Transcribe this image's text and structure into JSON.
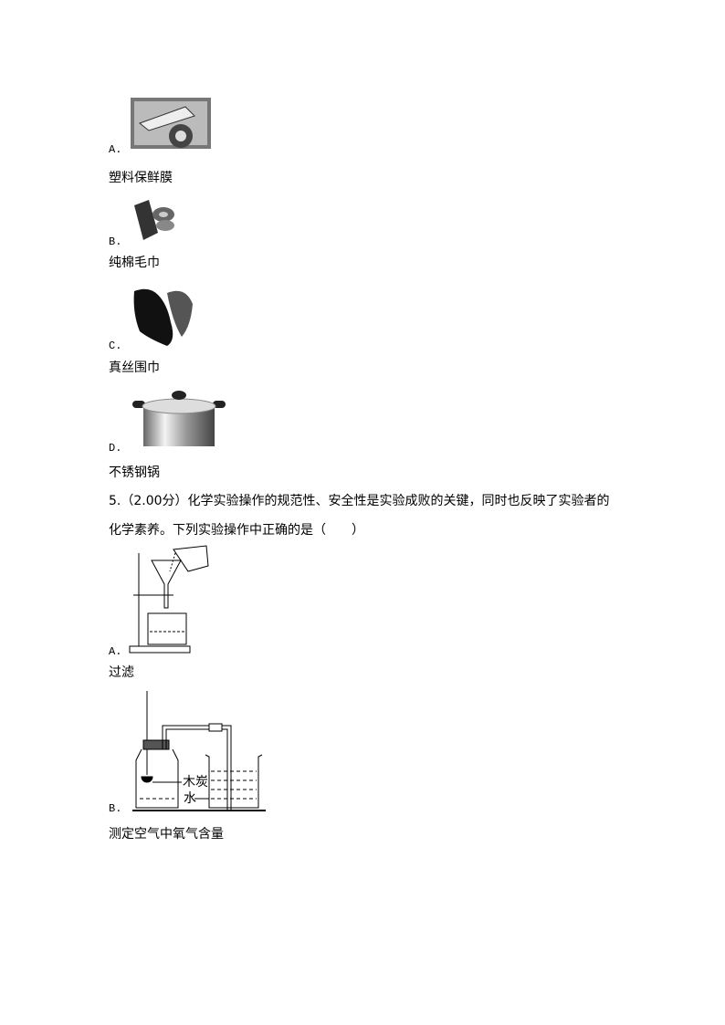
{
  "q4": {
    "options": [
      {
        "letter": "A.",
        "caption": "塑料保鲜膜"
      },
      {
        "letter": "B.",
        "caption": "纯棉毛巾"
      },
      {
        "letter": "C.",
        "caption": "真丝围巾"
      },
      {
        "letter": "D.",
        "caption": "不锈钢锅"
      }
    ]
  },
  "q5": {
    "line1": "5.（2.00分）化学实验操作的规范性、安全性是实验成败的关键，同时也反映了实验者的",
    "line2": "化学素养。下列实验操作中正确的是（　　）",
    "options": [
      {
        "letter": "A.",
        "caption": "过滤"
      },
      {
        "letter": "B.",
        "caption": "测定空气中氧气含量",
        "diagram_labels": {
          "charcoal": "木炭",
          "water": "水"
        }
      }
    ]
  }
}
